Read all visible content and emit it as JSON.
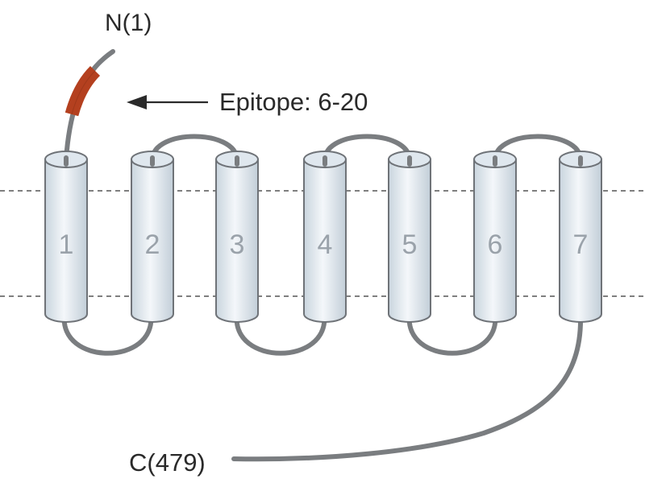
{
  "labels": {
    "n_terminus": "N(1)",
    "c_terminus": "C(479)",
    "epitope": "Epitope: 6-20"
  },
  "helices": [
    {
      "label": "1"
    },
    {
      "label": "2"
    },
    {
      "label": "3"
    },
    {
      "label": "4"
    },
    {
      "label": "5"
    },
    {
      "label": "6"
    },
    {
      "label": "7"
    }
  ],
  "colors": {
    "helix_fill": "#e4ecf2",
    "helix_stroke": "#6f7378",
    "loop": "#7a7d80",
    "epitope": "#b4401f",
    "membrane_line": "#555555",
    "text": "#2a2a2a",
    "helix_number": "#9aa2aa"
  }
}
